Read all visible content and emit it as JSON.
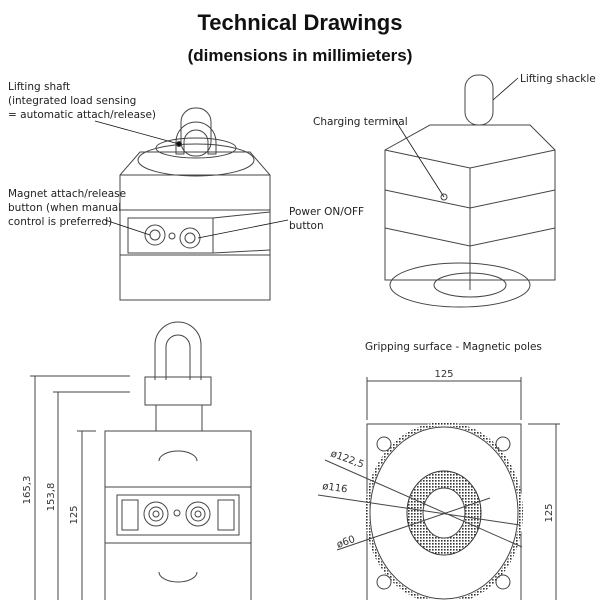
{
  "title": "Technical Drawings",
  "subtitle": "(dimensions in millimieters)",
  "callouts": {
    "lifting_shaft": [
      "Lifting shaft",
      "(integrated load sensing",
      "= automatic attach/release)"
    ],
    "magnet_button": [
      "Magnet attach/release",
      "button (when manual",
      "control is preferred)"
    ],
    "power_button": [
      "Power ON/OFF",
      "button"
    ],
    "charging_terminal": "Charging terminal",
    "lifting_shackle": "Lifting shackle",
    "gripping_surface": "Gripping surface -  Magnetic poles"
  },
  "dimensions": {
    "front_total_height": "165,3",
    "front_shaft_height": "153,8",
    "front_body_height": "125",
    "bottom_width": "125",
    "bottom_height": "125",
    "diameter_outer": "ø122,5",
    "diameter_mid": "ø116",
    "diameter_inner": "ø60"
  }
}
